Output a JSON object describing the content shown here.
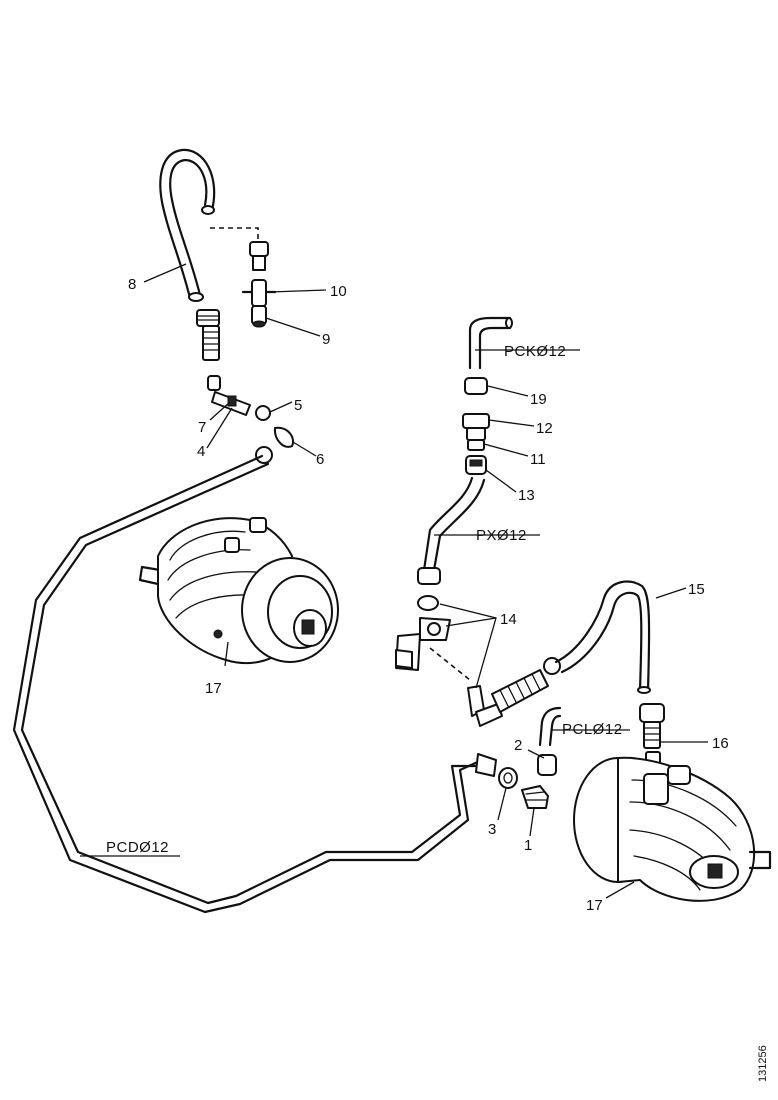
{
  "diagram": {
    "callouts": {
      "c1": "1",
      "c2": "2",
      "c3": "3",
      "c4": "4",
      "c5": "5",
      "c6": "6",
      "c7": "7",
      "c8": "8",
      "c9": "9",
      "c10": "10",
      "c11": "11",
      "c12": "12",
      "c13": "13",
      "c14": "14",
      "c15": "15",
      "c16": "16",
      "c17_left": "17",
      "c17_right": "17",
      "c19": "19"
    },
    "pipe_labels": {
      "pck": "PCKØ12",
      "px": "PXØ12",
      "pcl": "PCLØ12",
      "pcd": "PCDØ12"
    },
    "figure_ref": "131256"
  }
}
